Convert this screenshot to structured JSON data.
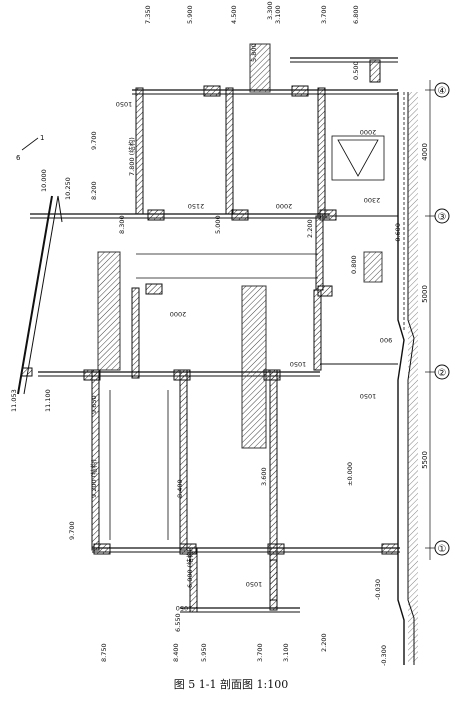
{
  "drawing": {
    "caption": "图 5   1-1 剖面图 1:100",
    "axes": [
      {
        "id": "4",
        "label": "④"
      },
      {
        "id": "3",
        "label": "③"
      },
      {
        "id": "2",
        "label": "②"
      },
      {
        "id": "1",
        "label": "①"
      }
    ],
    "bay_dimensions": [
      "4000",
      "5000",
      "5500"
    ],
    "elevations_top": [
      "7.350",
      "5.900",
      "4.500",
      "3.300",
      "3.100",
      "3.700",
      "6.800"
    ],
    "elevations_mid": [
      "5.800",
      "0.500",
      "9.700",
      "10.000",
      "10.250",
      "8.200",
      "8.300",
      "5.000",
      "2.200",
      "-0.600",
      "0.800",
      "11.100",
      "11.053",
      "9.650",
      "9.200 (结构)",
      "8.400",
      "9.700",
      "3.600",
      "±0.000",
      "-0.030",
      "6.000 (结构)",
      "6.550"
    ],
    "elevations_bottom": [
      "8.750",
      "8.400",
      "5.950",
      "3.700",
      "3.100",
      "2.200",
      "-0.300"
    ],
    "room_dimensions": [
      "1050",
      "2150",
      "2000",
      "2300",
      "2000",
      "1050",
      "900",
      "1050",
      "1050",
      "1050",
      "2000"
    ],
    "structural_note": "7.800 (结构)",
    "slope_label": "1",
    "slope_value": "6"
  }
}
